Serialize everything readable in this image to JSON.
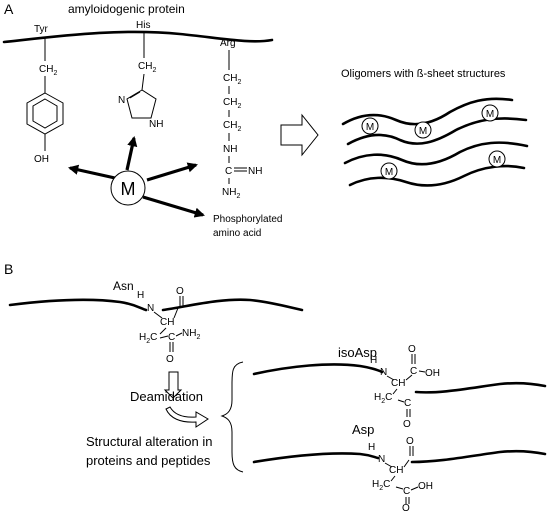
{
  "panel_a": {
    "label": "A",
    "title": "amyloidogenic protein",
    "residues": {
      "tyr": "Tyr",
      "his": "His",
      "arg": "Arg"
    },
    "groups": {
      "ch2": "CH",
      "sub2": "2",
      "oh": "OH",
      "nh": "NH",
      "n": "N",
      "c": "C",
      "nh_imine": "NH",
      "nh2": "NH",
      "metal": "M",
      "metal_small": "M"
    },
    "phospho_line1": "Phosphorylated",
    "phospho_line2": "amino acid",
    "oligomers": "Oligomers with ß-sheet structures"
  },
  "panel_b": {
    "label": "B",
    "asn": "Asn",
    "isoasp": "isoAsp",
    "asp": "Asp",
    "deamidation": "Deamidation",
    "alteration_line1": "Structural alteration in",
    "alteration_line2": "proteins and peptides",
    "groups": {
      "h": "H",
      "n": "N",
      "o": "O",
      "ch": "CH",
      "h2c": "H",
      "c": "C",
      "nh2": "NH",
      "oh": "OH",
      "sub2": "2"
    }
  }
}
